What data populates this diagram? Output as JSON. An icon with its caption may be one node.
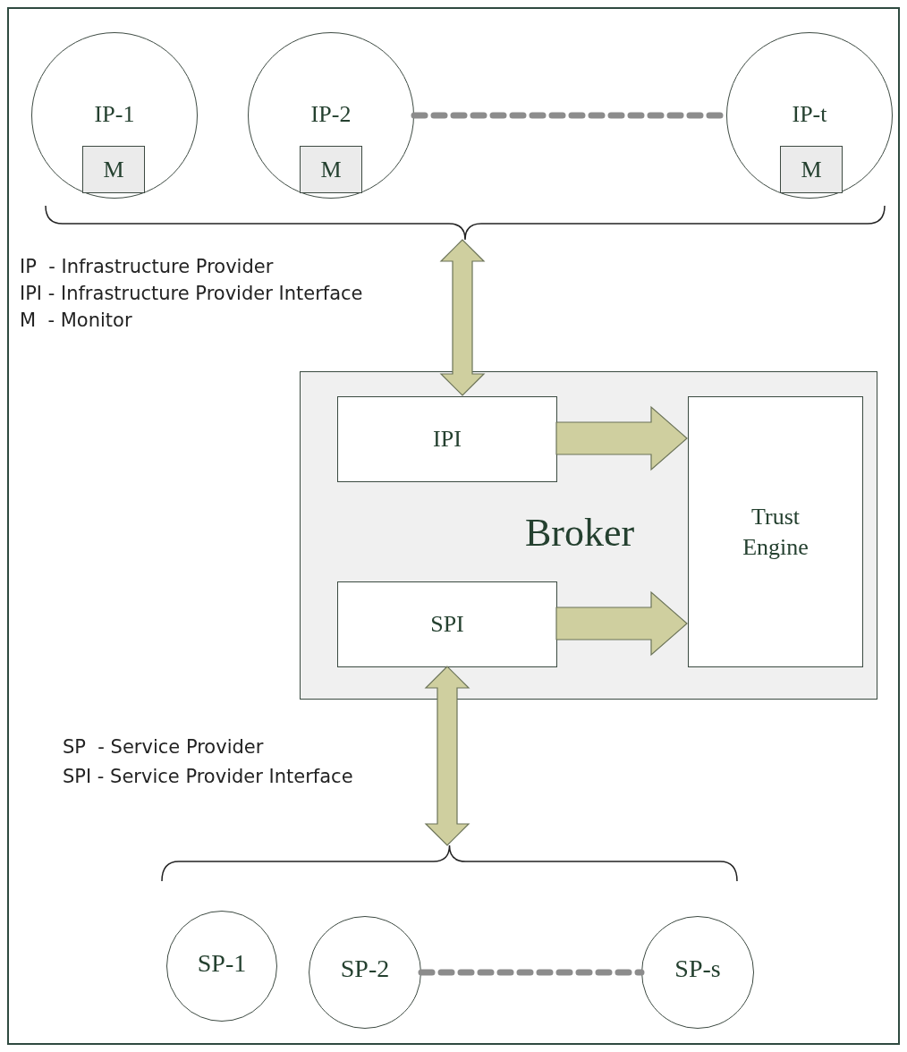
{
  "diagram": {
    "nodes": [
      {
        "text": [
          "IP-1"
        ]
      },
      {
        "text": [
          "M"
        ],
        "in": 0
      },
      {
        "text": [
          "IP-2"
        ]
      },
      {
        "text": [
          "M"
        ],
        "in": 2
      },
      {
        "text": [
          "IP-t"
        ]
      },
      {
        "text": [
          "M"
        ],
        "in": 4
      },
      {
        "text": [],
        "shape": "brace"
      },
      {
        "text": [
          "Broker"
        ]
      },
      {
        "text": [
          "IPI"
        ],
        "in": 7
      },
      {
        "text": [
          "SPI"
        ],
        "in": 7
      },
      {
        "text": [
          "Trust Engine"
        ],
        "in": 7
      },
      {
        "text": [],
        "shape": "brace"
      },
      {
        "text": [
          "SP-1"
        ]
      },
      {
        "text": [
          "SP-2"
        ]
      },
      {
        "text": [
          "SP-s"
        ]
      }
    ],
    "edges": [
      {
        "from": 2,
        "to": 4,
        "arrow": "none",
        "style": "dashed",
        "color": "#8c8c8c"
      },
      {
        "from": 6,
        "to": 8,
        "arrow": "both",
        "style": "thick"
      },
      {
        "from": 8,
        "to": 10,
        "arrow": "to",
        "style": "thick"
      },
      {
        "from": 9,
        "to": 10,
        "arrow": "to",
        "style": "thick"
      },
      {
        "from": 9,
        "to": 11,
        "arrow": "both",
        "style": "thick"
      },
      {
        "from": 13,
        "to": 14,
        "arrow": "none",
        "style": "dashed",
        "color": "#8c8c8c"
      }
    ],
    "labels": [
      "IP  - Infrastructure Provider",
      "IPI - Infrastructure Provider Interface",
      "M  - Monitor",
      "SP  - Service Provider",
      "SPI - Service Provider Interface"
    ]
  }
}
